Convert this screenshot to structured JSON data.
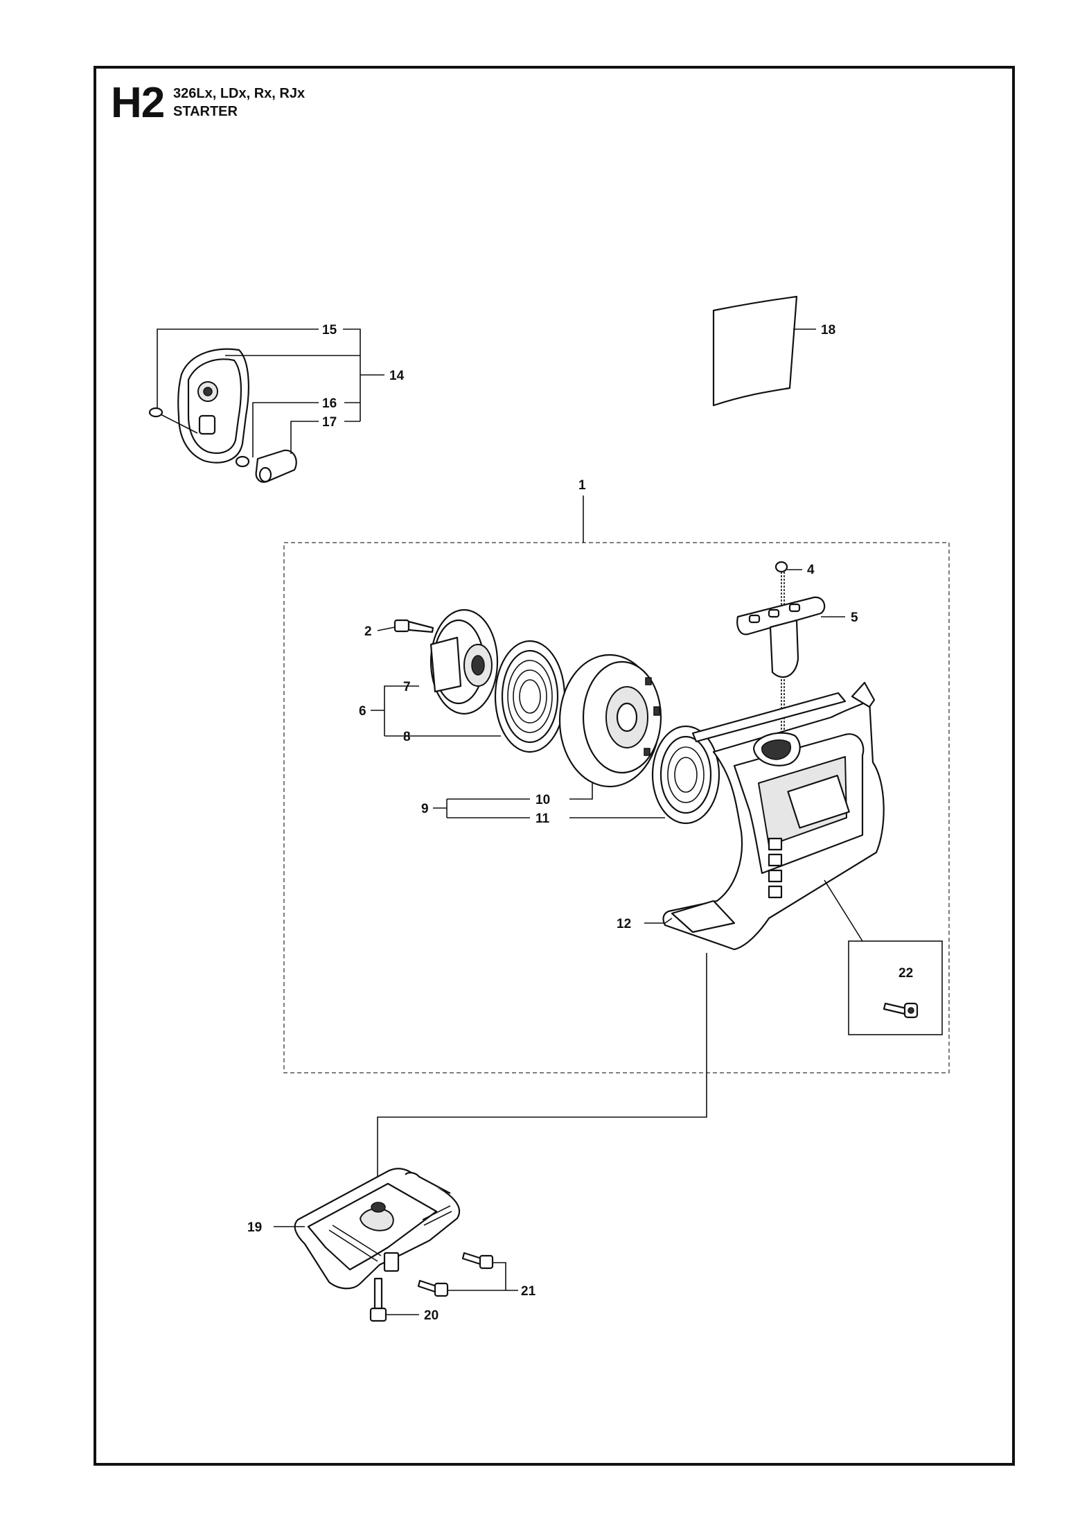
{
  "header": {
    "code": "H2",
    "models": "326Lx, LDx, Rx, RJx",
    "title": "STARTER"
  },
  "labels": {
    "p1": "1",
    "p2": "2",
    "p4": "4",
    "p5": "5",
    "p6": "6",
    "p7": "7",
    "p8": "8",
    "p9": "9",
    "p10": "10",
    "p11": "11",
    "p12": "12",
    "p14": "14",
    "p15": "15",
    "p16": "16",
    "p17": "17",
    "p18": "18",
    "p19": "19",
    "p20": "20",
    "p21": "21",
    "p22": "22"
  }
}
